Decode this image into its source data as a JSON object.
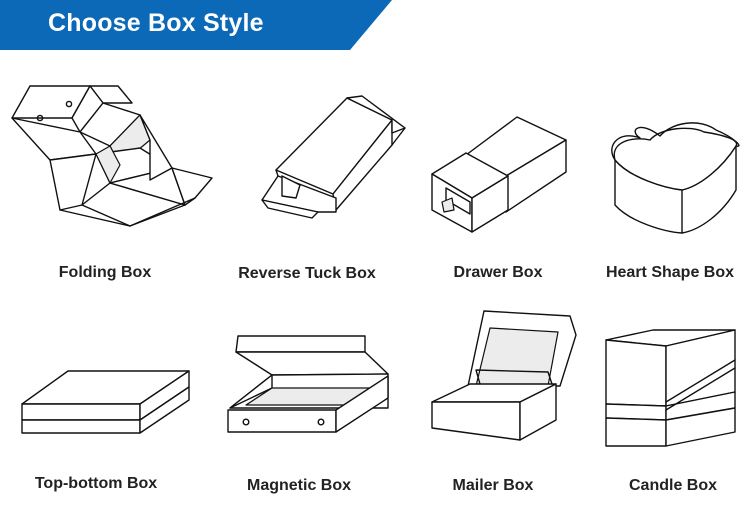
{
  "header": {
    "title": "Choose Box Style",
    "accent_color": "#0b69b7"
  },
  "boxes": [
    {
      "label": "Folding Box",
      "icon": "folding-box-icon"
    },
    {
      "label": "Reverse Tuck Box",
      "icon": "reverse-tuck-box-icon"
    },
    {
      "label": "Drawer Box",
      "icon": "drawer-box-icon"
    },
    {
      "label": "Heart Shape Box",
      "icon": "heart-shape-box-icon"
    },
    {
      "label": "Top-bottom Box",
      "icon": "top-bottom-box-icon"
    },
    {
      "label": "Magnetic Box",
      "icon": "magnetic-box-icon"
    },
    {
      "label": "Mailer Box",
      "icon": "mailer-box-icon"
    },
    {
      "label": "Candle Box",
      "icon": "candle-box-icon"
    }
  ]
}
